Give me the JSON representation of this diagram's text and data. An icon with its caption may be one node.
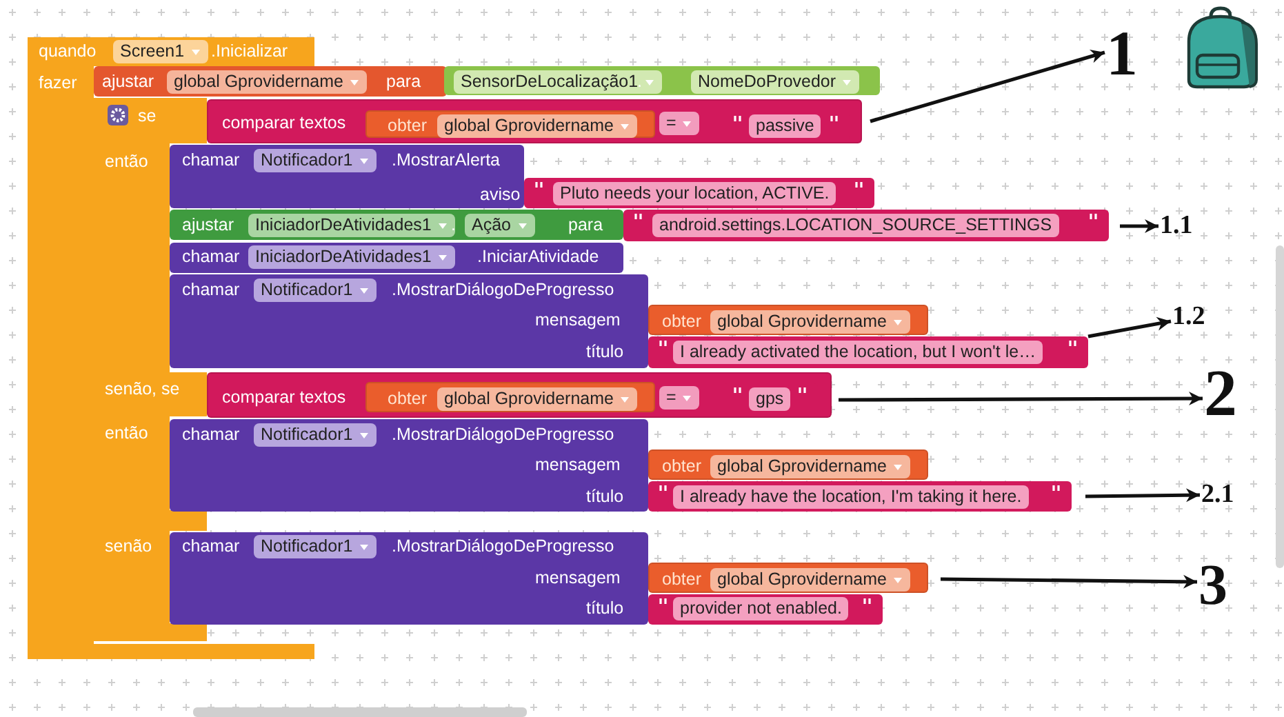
{
  "diagram": {
    "nodes": [
      {
        "text": [
          "quando",
          "Screen1",
          ".Inicializar",
          "fazer"
        ]
      },
      {
        "text": [
          "ajustar",
          "global Gprovidername",
          "para"
        ]
      },
      {
        "text": [
          "SensorDeLocalização1",
          ".",
          "NomeDoProvedor"
        ]
      },
      {
        "text": [
          "se",
          "então",
          "senão, se",
          "então",
          "senão"
        ]
      },
      {
        "text": [
          "comparar textos",
          "="
        ]
      },
      {
        "text": [
          "obter",
          "global Gprovidername"
        ],
        "in": 4
      },
      {
        "text": [
          "passive"
        ],
        "in": 4
      },
      {
        "text": [
          "chamar",
          "Notificador1",
          ".MostrarAlerta",
          "aviso"
        ]
      },
      {
        "text": [
          "Pluto needs your location, ACTIVE."
        ]
      },
      {
        "text": [
          "ajustar",
          "IniciadorDeAtividades1",
          ".",
          "Ação",
          "para"
        ]
      },
      {
        "text": [
          "android.settings.LOCATION_SOURCE_SETTINGS"
        ]
      },
      {
        "text": [
          "chamar",
          "IniciadorDeAtividades1",
          ".IniciarAtividade"
        ]
      },
      {
        "text": [
          "chamar",
          "Notificador1",
          ".MostrarDiálogoDeProgresso",
          "mensagem",
          "título"
        ]
      },
      {
        "text": [
          "obter",
          "global Gprovidername"
        ]
      },
      {
        "text": [
          "I already activated the location, but I won't le…"
        ]
      },
      {
        "text": [
          "comparar textos",
          "="
        ]
      },
      {
        "text": [
          "obter",
          "global Gprovidername"
        ],
        "in": 15
      },
      {
        "text": [
          "gps"
        ],
        "in": 15
      },
      {
        "text": [
          "chamar",
          "Notificador1",
          ".MostrarDiálogoDeProgresso",
          "mensagem",
          "título"
        ]
      },
      {
        "text": [
          "obter",
          "global Gprovidername"
        ]
      },
      {
        "text": [
          "I already have the location, I'm taking it here."
        ]
      },
      {
        "text": [
          "chamar",
          "Notificador1",
          ".MostrarDiálogoDeProgresso",
          "mensagem",
          "título"
        ]
      },
      {
        "text": [
          "obter",
          "global Gprovidername"
        ]
      },
      {
        "text": [
          "provider not enabled."
        ]
      },
      {
        "text": [
          "1"
        ]
      },
      {
        "text": [
          "1.1"
        ]
      },
      {
        "text": [
          "1.2"
        ]
      },
      {
        "text": [
          "2"
        ]
      },
      {
        "text": [
          "2.1"
        ]
      },
      {
        "text": [
          "3"
        ]
      }
    ],
    "edges": [
      {
        "from": 4,
        "to": 24,
        "arrow": "to"
      },
      {
        "from": 10,
        "to": 25,
        "arrow": "to"
      },
      {
        "from": 14,
        "to": 26,
        "arrow": "to"
      },
      {
        "from": 15,
        "to": 27,
        "arrow": "to"
      },
      {
        "from": 20,
        "to": 28,
        "arrow": "to"
      },
      {
        "from": 22,
        "to": 29,
        "arrow": "to"
      }
    ]
  }
}
